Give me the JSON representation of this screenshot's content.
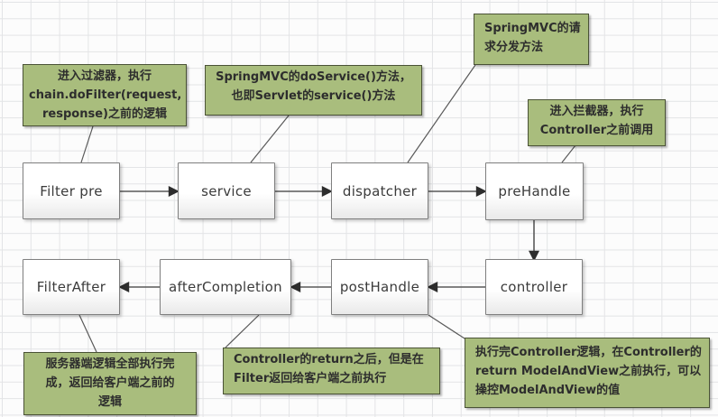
{
  "colors": {
    "background": "#fcfcfc",
    "grid-line": "#e3e4e6",
    "note-fill": "#a9bd7d",
    "note-border": "#4a5236",
    "node-border": "#7f7f7f",
    "node-text": "#3b3b3b",
    "line-color": "#595959",
    "arrow-color": "#2d2d2d"
  },
  "nodes": [
    {
      "id": "filter-pre",
      "label": "Filter pre"
    },
    {
      "id": "service",
      "label": "service"
    },
    {
      "id": "dispatcher",
      "label": "dispatcher"
    },
    {
      "id": "prehandle",
      "label": "preHandle"
    },
    {
      "id": "controller",
      "label": "controller"
    },
    {
      "id": "posthandle",
      "label": "postHandle"
    },
    {
      "id": "aftercompletion",
      "label": "afterCompletion"
    },
    {
      "id": "filterafter",
      "label": "FilterAfter"
    }
  ],
  "notes": [
    {
      "id": "filter-pre",
      "text": "进入过滤器，执行\nchain.doFilter(request,\nresponse)之前的逻辑"
    },
    {
      "id": "service",
      "text": "SpringMVC的doService()方法，\n也即Servlet的service()方法"
    },
    {
      "id": "dispatcher",
      "text": "SpringMVC的请\n求分发方法"
    },
    {
      "id": "prehandle",
      "text": "进入拦截器，执行\nController之前调用"
    },
    {
      "id": "filterafter",
      "text": "服务器端逻辑全部执行完\n成，返回给客户端之前的\n逻辑"
    },
    {
      "id": "aftercompletion",
      "text": "Controller的return之后，但是在\nFilter返回给客户端之前执行"
    },
    {
      "id": "posthandle",
      "text": "执行完Controller逻辑，在Controller的\nreturn ModelAndView之前执行，可以\n操控ModelAndView的值"
    }
  ]
}
